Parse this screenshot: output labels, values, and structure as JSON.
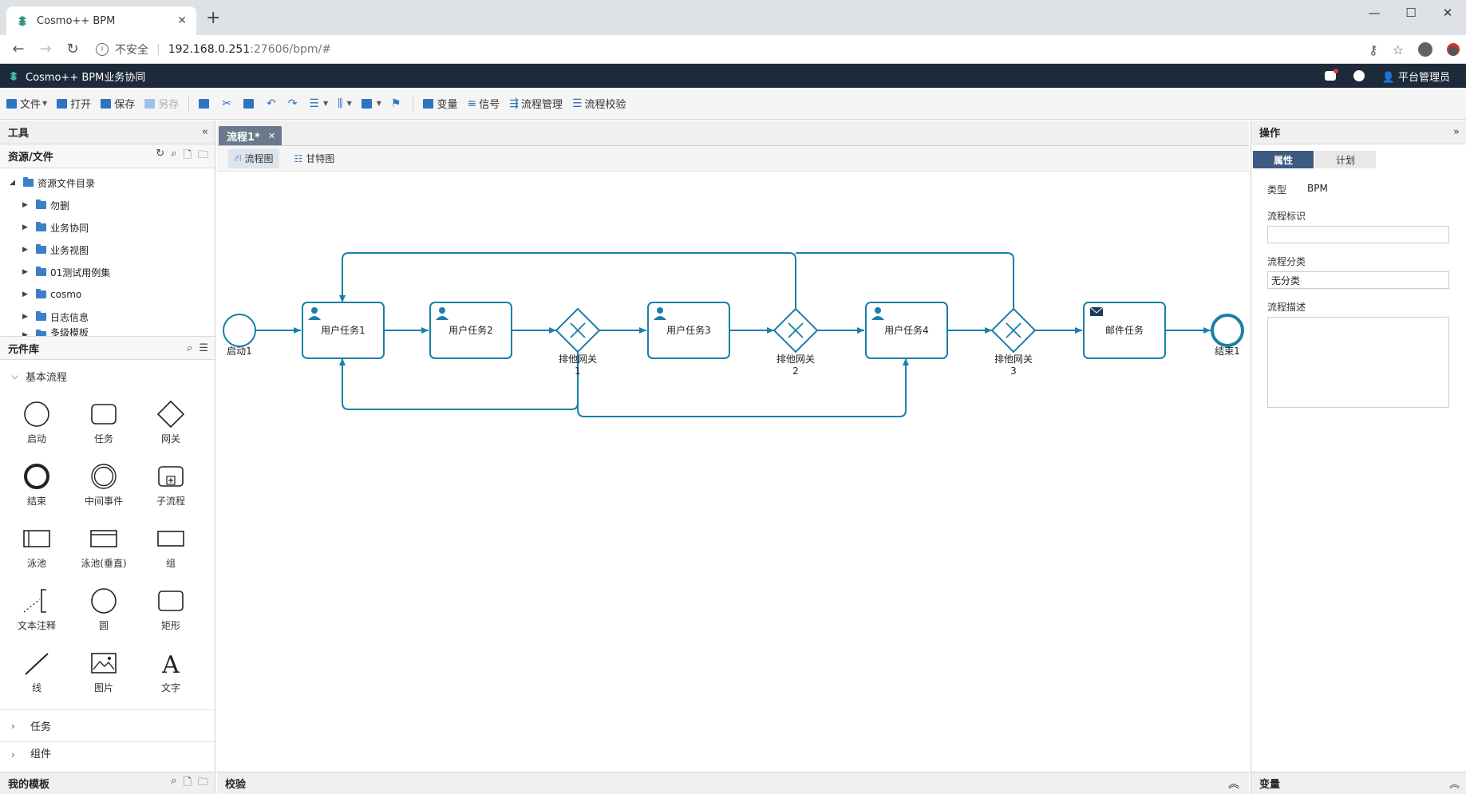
{
  "browser": {
    "tab_title": "Cosmo++ BPM",
    "url_host": "192.168.0.251",
    "url_path": ":27606/bpm/#",
    "security": "不安全"
  },
  "app": {
    "title": "Cosmo++ BPM业务协同",
    "user": "平台管理员"
  },
  "toolbar": {
    "file": "文件",
    "open": "打开",
    "save": "保存",
    "save_as": "另存",
    "variables": "变量",
    "signals": "信号",
    "flow_manage": "流程管理",
    "flow_check": "流程校验"
  },
  "left": {
    "tools_title": "工具",
    "resources_title": "资源/文件",
    "tree_root": "资源文件目录",
    "tree_items": [
      "勿删",
      "业务协同",
      "业务视图",
      "01测试用例集",
      "cosmo",
      "日志信息",
      "多级模板"
    ],
    "library_title": "元件库",
    "basic_flow": "基本流程",
    "palette": [
      "启动",
      "任务",
      "网关",
      "结束",
      "中间事件",
      "子流程",
      "泳池",
      "泳池(垂直)",
      "组",
      "文本注释",
      "圆",
      "矩形",
      "线",
      "图片",
      "文字"
    ],
    "tasks_section": "任务",
    "components_section": "组件",
    "my_templates": "我的模板"
  },
  "center": {
    "doc_tab": "流程1*",
    "view_flow": "流程图",
    "view_gantt": "甘特图",
    "validation": "校验"
  },
  "diagram": {
    "start": "启动1",
    "tasks": [
      "用户任务1",
      "用户任务2",
      "用户任务3",
      "用户任务4"
    ],
    "mail_task": "邮件任务",
    "gateway_label": "排他网关",
    "gateway_nums": [
      "1",
      "2",
      "3"
    ],
    "end": "结束1",
    "color": "#1a7fa8"
  },
  "right": {
    "title": "操作",
    "tab_props": "属性",
    "tab_plan": "计划",
    "type_key": "类型",
    "type_val": "BPM",
    "flow_id_label": "流程标识",
    "flow_id_value": "",
    "flow_cat_label": "流程分类",
    "flow_cat_value": "无分类",
    "flow_desc_label": "流程描述",
    "variables_title": "变量"
  }
}
